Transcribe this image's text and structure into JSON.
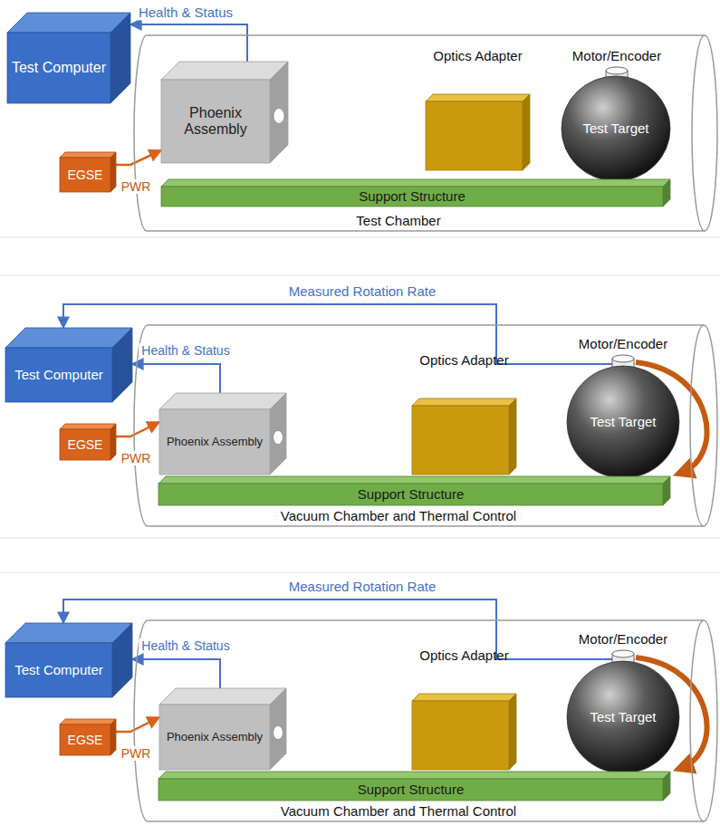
{
  "diagram": {
    "nodes": [
      {
        "text": [
          "Test Computer"
        ]
      },
      {
        "text": [
          "Test Chamber"
        ]
      },
      {
        "text": [
          "Phoenix Assembly"
        ],
        "in": 1
      },
      {
        "text": [
          "Optics Adapter"
        ],
        "in": 1
      },
      {
        "text": [
          "Motor/Encoder"
        ],
        "in": 1
      },
      {
        "text": [
          "Test Target"
        ],
        "in": 1
      },
      {
        "text": [
          "Support Structure"
        ],
        "in": 1
      },
      {
        "text": [
          "EGSE"
        ]
      },
      {
        "text": [
          "Test Computer"
        ]
      },
      {
        "text": [
          "Vacuum Chamber and Thermal Control"
        ]
      },
      {
        "text": [
          "Phoenix Assembly"
        ],
        "in": 9
      },
      {
        "text": [
          "Optics Adapter"
        ],
        "in": 9
      },
      {
        "text": [
          "Motor/Encoder"
        ],
        "in": 9
      },
      {
        "text": [
          "Test Target"
        ],
        "in": 9
      },
      {
        "text": [
          "Support Structure"
        ],
        "in": 9
      },
      {
        "text": [
          "EGSE"
        ]
      },
      {
        "text": [
          "Test Computer"
        ]
      },
      {
        "text": [
          "Vacuum Chamber and Thermal Control"
        ]
      },
      {
        "text": [
          "Phoenix Assembly"
        ],
        "in": 17
      },
      {
        "text": [
          "Optics Adapter"
        ],
        "in": 17
      },
      {
        "text": [
          "Motor/Encoder"
        ],
        "in": 17
      },
      {
        "text": [
          "Test Target"
        ],
        "in": 17
      },
      {
        "text": [
          "Support Structure"
        ],
        "in": 17
      },
      {
        "text": [
          "EGSE"
        ]
      }
    ],
    "edges": [
      {
        "from": 2,
        "to": 0,
        "label": "Health & Status",
        "arrow": "to"
      },
      {
        "from": 7,
        "to": 2,
        "label": "PWR",
        "arrow": "to"
      },
      {
        "from": 12,
        "to": 8,
        "label": "Measured Rotation Rate",
        "arrow": "to"
      },
      {
        "from": 10,
        "to": 8,
        "label": "Health & Status",
        "arrow": "to"
      },
      {
        "from": 15,
        "to": 10,
        "label": "PWR",
        "arrow": "to"
      },
      {
        "from": 20,
        "to": 16,
        "label": "Measured Rotation Rate",
        "arrow": "to"
      },
      {
        "from": 18,
        "to": 16,
        "label": "Health & Status",
        "arrow": "to"
      },
      {
        "from": 23,
        "to": 18,
        "label": "PWR",
        "arrow": "to"
      }
    ]
  }
}
